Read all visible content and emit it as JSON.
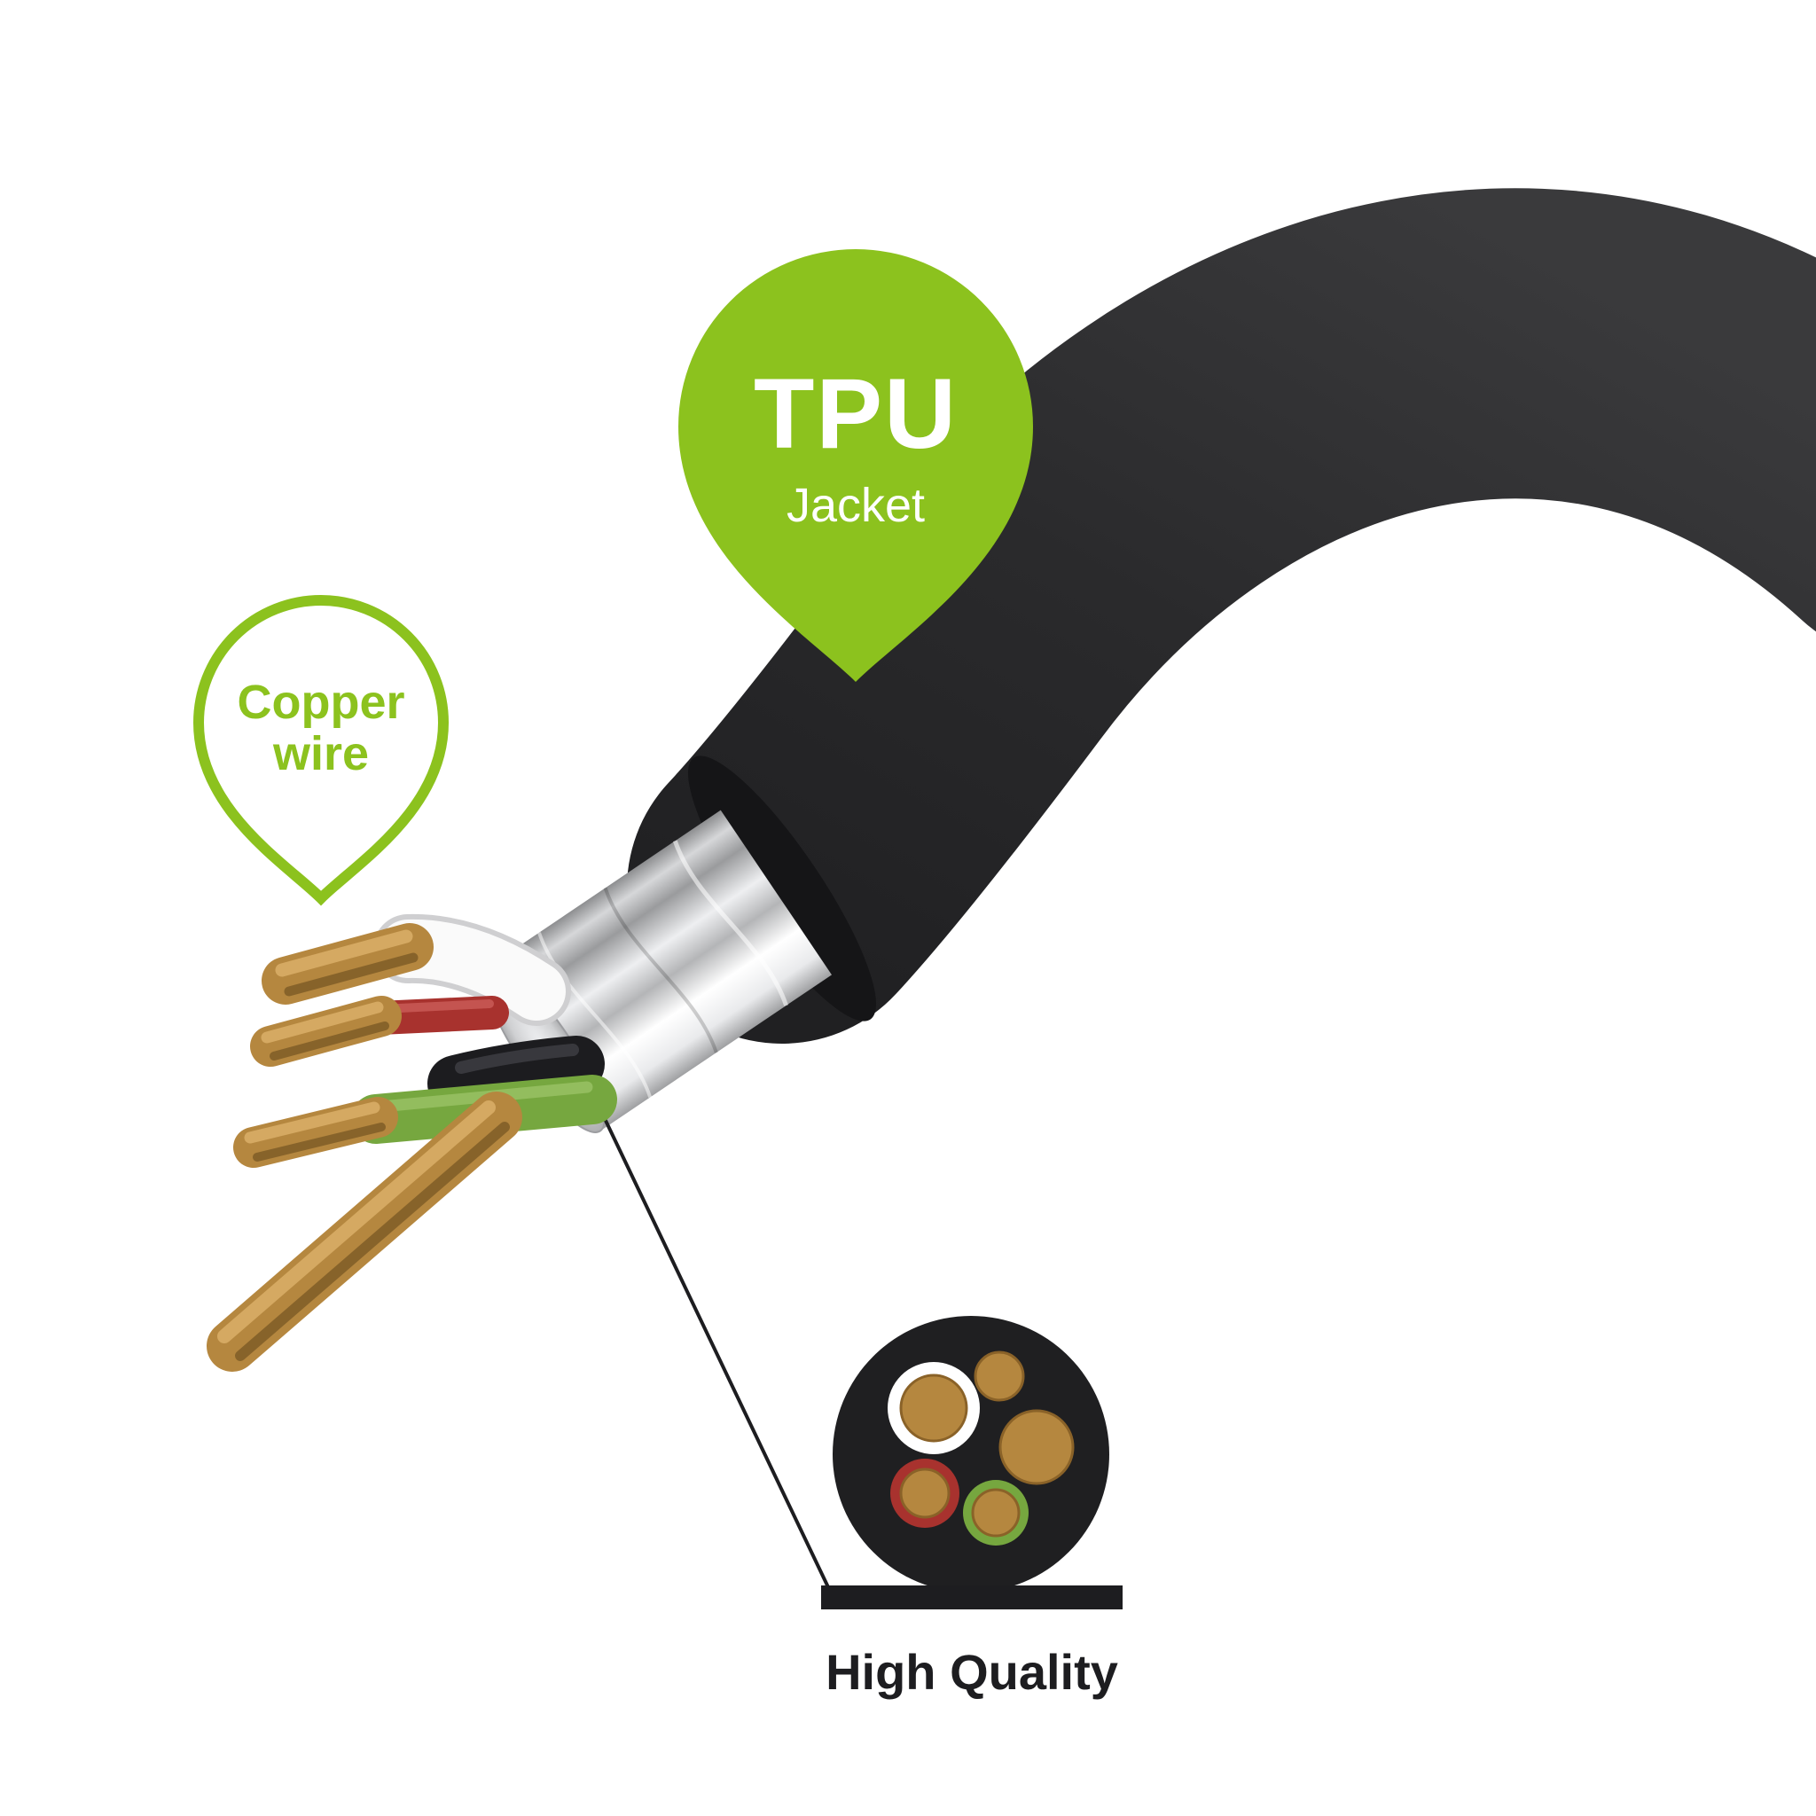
{
  "illustration": {
    "tpu_pin": {
      "title": "TPU",
      "subtitle": "Jacket"
    },
    "copper_pin": {
      "line1": "Copper",
      "line2": "wire"
    },
    "cross_section": {
      "label": "High Quality"
    }
  },
  "colors": {
    "brand_green": "#8cc21e",
    "cable_black": "#28282a",
    "ink": "#1d1d20",
    "copper": "#b5873f",
    "copper_highlight": "#d8ad66",
    "copper_shadow": "#7c5a26",
    "wire_red": "#a8322e",
    "wire_green": "#76a73f",
    "foil_silver": "#c9cacc",
    "white": "#ffffff"
  }
}
